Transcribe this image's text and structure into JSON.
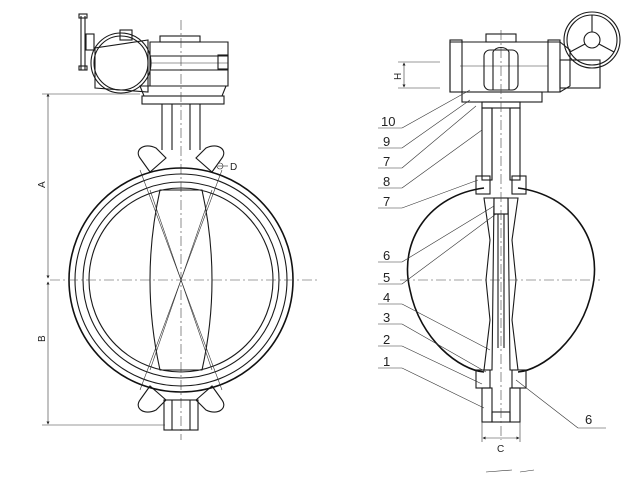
{
  "dimensions": {
    "A": "A",
    "B": "B",
    "C": "C",
    "D": "D",
    "H": "H"
  },
  "callouts_upper": [
    "10",
    "9",
    "7",
    "8",
    "7"
  ],
  "callouts_lower": [
    "6",
    "5",
    "4",
    "3",
    "2",
    "1"
  ],
  "callout_right": "6"
}
